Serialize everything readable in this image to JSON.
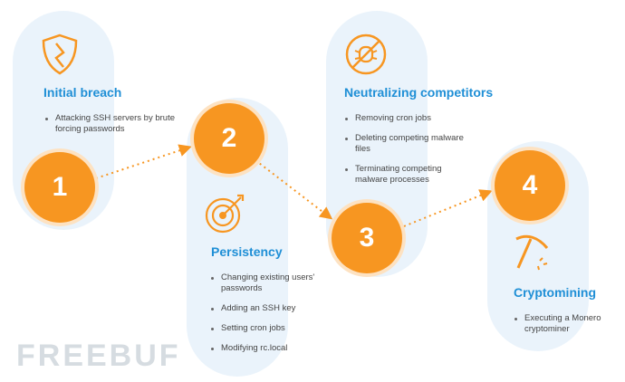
{
  "steps": [
    {
      "number": "1",
      "title": "Initial breach",
      "bullets": [
        "Attacking SSH servers by brute forcing passwords"
      ],
      "icon": "cracked-shield-icon"
    },
    {
      "number": "2",
      "title": "Persistency",
      "bullets": [
        "Changing existing users' passwords",
        "Adding an SSH key",
        "Setting cron jobs",
        "Modifying rc.local"
      ],
      "icon": "target-icon"
    },
    {
      "number": "3",
      "title": "Neutralizing competitors",
      "bullets": [
        "Removing cron jobs",
        "Deleting competing malware files",
        "Terminating competing malware processes"
      ],
      "icon": "no-bug-icon"
    },
    {
      "number": "4",
      "title": "Cryptomining",
      "bullets": [
        "Executing a Monero cryptominer"
      ],
      "icon": "pickaxe-icon"
    }
  ],
  "watermark": "FREEBUF",
  "colors": {
    "accent": "#f79621",
    "title": "#1f8fd6",
    "pill": "#eaf3fb"
  }
}
